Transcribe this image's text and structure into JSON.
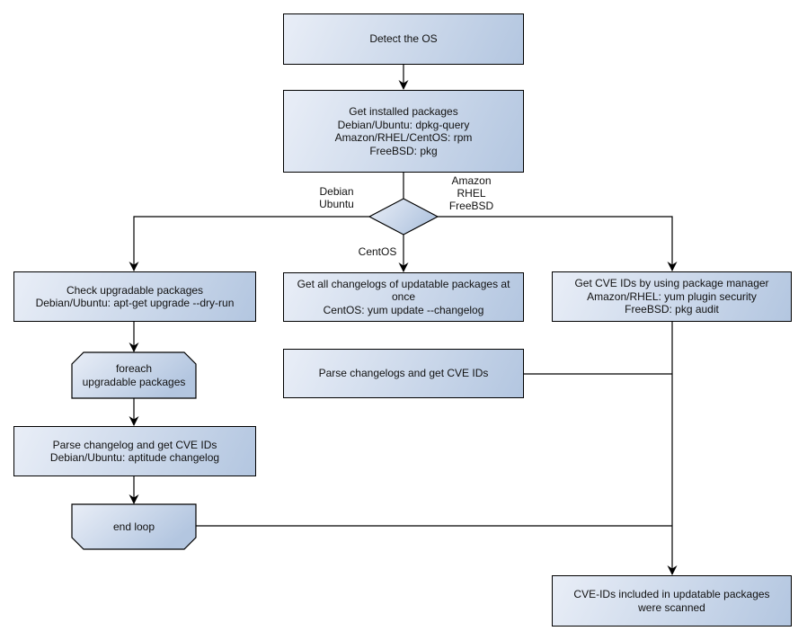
{
  "colors": {
    "background": "#ffffff",
    "node_gradient_start": "#e9eef7",
    "node_gradient_end": "#b3c6e0",
    "node_border": "#000000",
    "connector": "#000000"
  },
  "nodes": {
    "detect_os": {
      "label": "Detect the OS"
    },
    "get_installed_packages": {
      "label": "Get installed packages\nDebian/Ubuntu: dpkg-query\nAmazon/RHEL/CentOS: rpm\nFreeBSD: pkg"
    },
    "check_upgradable_packages": {
      "label": "Check upgradable packages\nDebian/Ubuntu: apt-get upgrade --dry-run"
    },
    "foreach_upgradable_packages": {
      "label": "foreach\nupgradable packages"
    },
    "parse_changelog_debian": {
      "label": "Parse changelog and get CVE IDs\nDebian/Ubuntu: aptitude changelog"
    },
    "end_loop": {
      "label": "end loop"
    },
    "get_all_changelogs": {
      "label": "Get all changelogs of updatable packages at once\nCentOS: yum update --changelog"
    },
    "parse_changelogs": {
      "label": "Parse changelogs and get CVE IDs"
    },
    "get_cve_ids_pkg_manager": {
      "label": "Get CVE IDs by using package manager\nAmazon/RHEL: yum plugin security\nFreeBSD: pkg audit"
    },
    "scan_result": {
      "label": "CVE-IDs included in updatable packages\nwere scanned"
    }
  },
  "edge_labels": {
    "left_branch": "Debian\nUbuntu",
    "right_branch": "Amazon\nRHEL\nFreeBSD",
    "down_branch": "CentOS"
  }
}
